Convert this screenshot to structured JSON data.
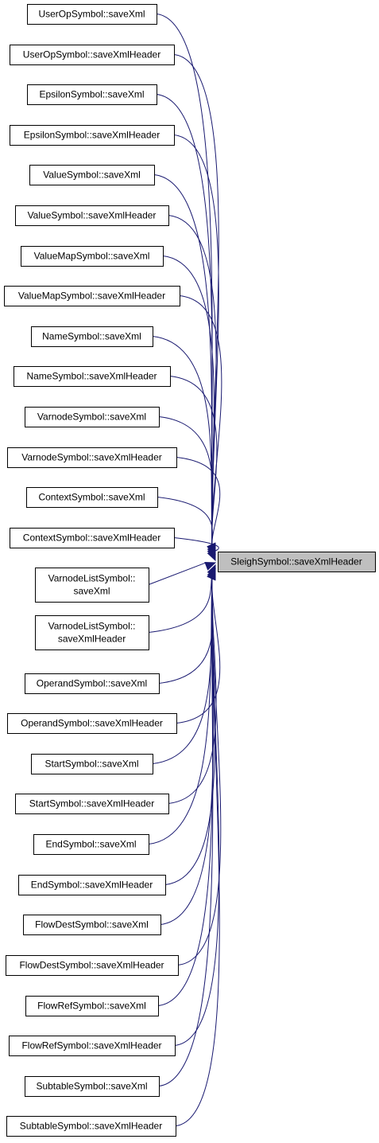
{
  "target": {
    "id": "target",
    "label": [
      "SleighSymbol::saveXmlHeader"
    ]
  },
  "callers": [
    {
      "id": "n0",
      "label": [
        "UserOpSymbol::saveXml"
      ]
    },
    {
      "id": "n1",
      "label": [
        "UserOpSymbol::saveXmlHeader"
      ]
    },
    {
      "id": "n2",
      "label": [
        "EpsilonSymbol::saveXml"
      ]
    },
    {
      "id": "n3",
      "label": [
        "EpsilonSymbol::saveXmlHeader"
      ]
    },
    {
      "id": "n4",
      "label": [
        "ValueSymbol::saveXml"
      ]
    },
    {
      "id": "n5",
      "label": [
        "ValueSymbol::saveXmlHeader"
      ]
    },
    {
      "id": "n6",
      "label": [
        "ValueMapSymbol::saveXml"
      ]
    },
    {
      "id": "n7",
      "label": [
        "ValueMapSymbol::saveXmlHeader"
      ]
    },
    {
      "id": "n8",
      "label": [
        "NameSymbol::saveXml"
      ]
    },
    {
      "id": "n9",
      "label": [
        "NameSymbol::saveXmlHeader"
      ]
    },
    {
      "id": "n10",
      "label": [
        "VarnodeSymbol::saveXml"
      ]
    },
    {
      "id": "n11",
      "label": [
        "VarnodeSymbol::saveXmlHeader"
      ]
    },
    {
      "id": "n12",
      "label": [
        "ContextSymbol::saveXml"
      ]
    },
    {
      "id": "n13",
      "label": [
        "ContextSymbol::saveXmlHeader"
      ]
    },
    {
      "id": "n14",
      "label": [
        "VarnodeListSymbol::",
        "saveXml"
      ]
    },
    {
      "id": "n15",
      "label": [
        "VarnodeListSymbol::",
        "saveXmlHeader"
      ]
    },
    {
      "id": "n16",
      "label": [
        "OperandSymbol::saveXml"
      ]
    },
    {
      "id": "n17",
      "label": [
        "OperandSymbol::saveXmlHeader"
      ]
    },
    {
      "id": "n18",
      "label": [
        "StartSymbol::saveXml"
      ]
    },
    {
      "id": "n19",
      "label": [
        "StartSymbol::saveXmlHeader"
      ]
    },
    {
      "id": "n20",
      "label": [
        "EndSymbol::saveXml"
      ]
    },
    {
      "id": "n21",
      "label": [
        "EndSymbol::saveXmlHeader"
      ]
    },
    {
      "id": "n22",
      "label": [
        "FlowDestSymbol::saveXml"
      ]
    },
    {
      "id": "n23",
      "label": [
        "FlowDestSymbol::saveXmlHeader"
      ]
    },
    {
      "id": "n24",
      "label": [
        "FlowRefSymbol::saveXml"
      ]
    },
    {
      "id": "n25",
      "label": [
        "FlowRefSymbol::saveXmlHeader"
      ]
    },
    {
      "id": "n26",
      "label": [
        "SubtableSymbol::saveXml"
      ]
    },
    {
      "id": "n27",
      "label": [
        "SubtableSymbol::saveXmlHeader"
      ]
    }
  ],
  "colors": {
    "edge": "#191970",
    "target_fill": "#bfbfbf",
    "node_fill": "#ffffff",
    "border": "#000000"
  }
}
